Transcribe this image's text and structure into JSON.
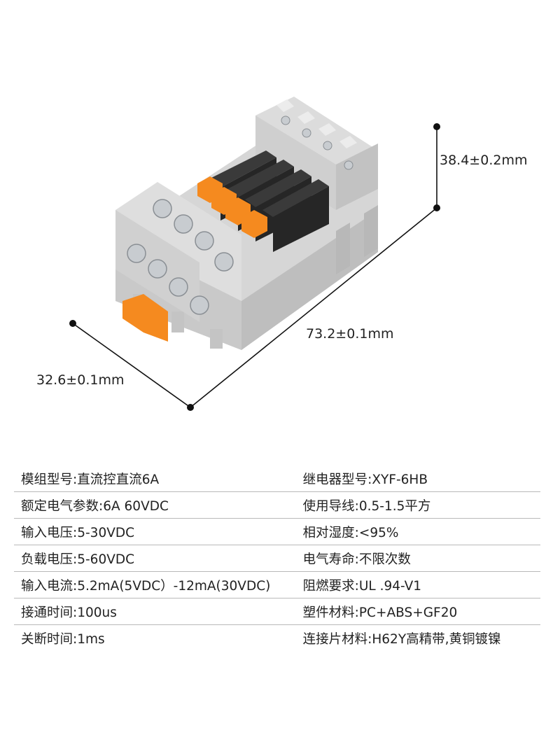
{
  "dimensions": {
    "height": "38.4±0.2mm",
    "length": "73.2±0.1mm",
    "width": "32.6±0.1mm"
  },
  "specs": [
    {
      "left": "模组型号:直流控直流6A",
      "right": "继电器型号:XYF-6HB"
    },
    {
      "left": "额定电气参数:6A 60VDC",
      "right": "使用导线:0.5-1.5平方"
    },
    {
      "left": "输入电压:5-30VDC",
      "right": "相对湿度:<95%"
    },
    {
      "left": "负载电压:5-60VDC",
      "right": "电气寿命:不限次数"
    },
    {
      "left": "输入电流:5.2mA(5VDC）-12mA(30VDC)",
      "right": "阻燃要求:UL .94-V1"
    },
    {
      "left": "接通时间:100us",
      "right": "塑件材料:PC+ABS+GF20"
    },
    {
      "left": "关断时间:1ms",
      "right": "连接片材料:H62Y高精带,黄铜镀镍"
    }
  ],
  "colors": {
    "housing": "#d9d9d9",
    "housing_shadow": "#bdbdbd",
    "relay_body": "#2a2a2a",
    "latch_orange": "#f58a1f",
    "screw": "#c8ccd0"
  }
}
